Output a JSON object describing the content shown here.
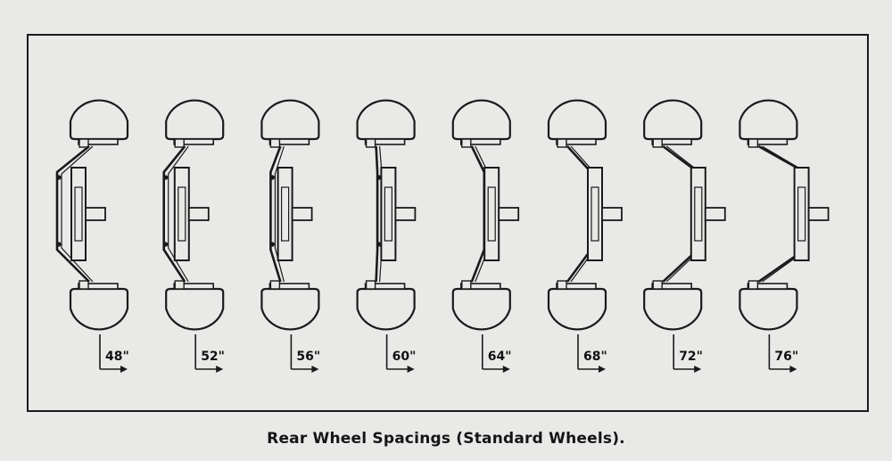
{
  "figure": {
    "caption": "Rear Wheel Spacings (Standard Wheels).",
    "spacings": [
      {
        "label": "48\"",
        "offset": 0
      },
      {
        "label": "52\"",
        "offset": 1
      },
      {
        "label": "56\"",
        "offset": 2
      },
      {
        "label": "60\"",
        "offset": 3
      },
      {
        "label": "64\"",
        "offset": 4
      },
      {
        "label": "68\"",
        "offset": 5
      },
      {
        "label": "72\"",
        "offset": 6
      },
      {
        "label": "76\"",
        "offset": 7
      }
    ],
    "colors": {
      "ink": "#1a1a1a",
      "paper": "#e9e9e7"
    }
  }
}
